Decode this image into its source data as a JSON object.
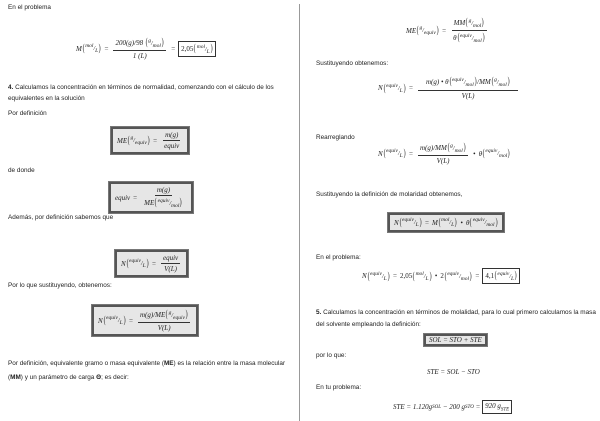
{
  "left": {
    "p1": "En el problema",
    "p2_num": "4.",
    "p2a": " Calculamos la concentración en términos de normalidad, comenzando con el cálculo de los",
    "p2b": "equivalentes en la solución",
    "p3": "Por definición",
    "p4": "de donde",
    "p5": "Además, por definición sabemos que",
    "p6": "Por lo que sustituyendo, obtenemos:",
    "p7a": "Por definición, equivalente gramo o masa equivalente (",
    "p7_me": "ME",
    "p7b": ") es la relación entre la masa molecular",
    "p7c": "(",
    "p7_mm": "MM",
    "p7d": ") y un parámetro de carga ",
    "p7_theta": "Θ",
    "p7e": "; es decir:"
  },
  "right": {
    "p1": "Sustituyendo obtenemos:",
    "p2": "Rearreglando",
    "p3": "Sustituyendo la definición de molaridad obtenemos,",
    "p4": "En el problema:",
    "p5_num": "5.",
    "p5a": " Calculamos la concentración en términos de molalidad, para lo cual primero calculamos la masa",
    "p5b": "del solvente empleando la definición:",
    "p6": "por lo que:",
    "p7": "En tu problema:"
  },
  "sym": {
    "M": "M",
    "N": "N",
    "ME": "ME",
    "MM": "MM",
    "theta": "θ",
    "eq": "=",
    "dot": "•",
    "mg": "m(g)",
    "VL": "V(L)",
    "equiv": "equiv",
    "g": "g",
    "mol": "mol",
    "L": "L",
    "one_L": "1 (L)",
    "g200": "200(g)",
    "n98": "98",
    "val205": "2,05",
    "val2": "2",
    "val41": "4,1"
  },
  "eqs": {
    "sol_def": "SOL = STO + STE",
    "ste_def": "STE = SOL − STO",
    "ste_lhs": "STE = 1.120 ",
    "ste_g1": "g",
    "ste_s1": "SOL",
    "ste_m": " − 200 ",
    "ste_g2": "g",
    "ste_s2": "STO",
    "ste_eq": " = ",
    "ste_res": "920 ",
    "ste_g3": "g",
    "ste_s3": "STE"
  }
}
